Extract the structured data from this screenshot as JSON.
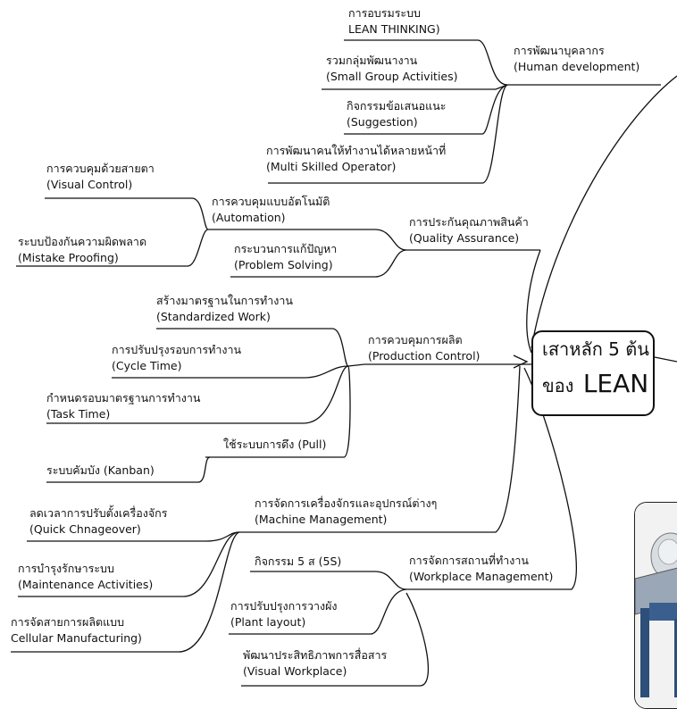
{
  "center": {
    "line1": "เสาหลัก 5 ต้น",
    "line2_thai": "ของ",
    "line2_en": "LEAN"
  },
  "pillars": {
    "human": {
      "th": "การพัฒนาบุคลากร",
      "en": "(Human development)"
    },
    "quality": {
      "th": "การประกันคุณภาพสินค้า",
      "en": "(Quality Assurance)"
    },
    "production": {
      "th": "การควบคุมการผลิต",
      "en": "(Production Control)"
    },
    "machine": {
      "th": "การจัดการเครื่องจักรและอุปกรณ์ต่างๆ",
      "en": "(Machine Management)"
    },
    "workplace": {
      "th": "การจัดการสถานที่ทำงาน",
      "en": "(Workplace Management)"
    }
  },
  "human_items": [
    {
      "th": "การอบรมระบบ",
      "en": "LEAN THINKING)"
    },
    {
      "th": "รวมกลุ่มพัฒนางาน",
      "en": "(Small Group Activities)"
    },
    {
      "th": "กิจกรรมข้อเสนอแนะ",
      "en": "(Suggestion)"
    },
    {
      "th": "การพัฒนาคนให้ทำงานได้หลายหน้าที่",
      "en": "(Multi Skilled Operator)"
    }
  ],
  "quality_items": {
    "automation": {
      "th": "การควบคุมแบบอัตโนมัติ",
      "en": "(Automation)"
    },
    "visual_control": {
      "th": "การควบคุมด้วยสายตา",
      "en": "(Visual Control)"
    },
    "mistake_proofing": {
      "th": "ระบบป้องกันความผิดพลาด",
      "en": "(Mistake Proofing)"
    },
    "problem_solving": {
      "th": "กระบวนการแก้ปัญหา",
      "en": "(Problem Solving)"
    }
  },
  "production_items": {
    "standardized": {
      "th": "สร้างมาตรฐานในการทำงาน",
      "en": "(Standardized Work)"
    },
    "cycle": {
      "th": "การปรับปรุงรอบการทำงาน",
      "en": "(Cycle Time)"
    },
    "task": {
      "th": "กำหนดรอบมาตรฐานการทำงาน",
      "en": "(Task Time)"
    },
    "pull": {
      "th": "ใช้ระบบการดึง (Pull)"
    },
    "kanban": {
      "th": "ระบบคัมบัง (Kanban)"
    }
  },
  "machine_items": {
    "quick": {
      "th": "ลดเวลาการปรับตั้งเครื่องจักร",
      "en": "(Quick Chnageover)"
    },
    "maintenance": {
      "th": "การบำรุงรักษาระบบ",
      "en": "(Maintenance Activities)"
    },
    "cellular": {
      "th": "การจัดสายการผลิตแบบ",
      "en": "Cellular Manufacturing)"
    }
  },
  "workplace_items": {
    "five_s": {
      "th": "กิจกรรม 5 ส (5S)"
    },
    "layout": {
      "th": "การปรับปรุงการวางผัง",
      "en": "(Plant  layout)"
    },
    "visual": {
      "th": "พัฒนาประสิทธิภาพการสื่อสาร",
      "en": "(Visual Workplace)"
    }
  }
}
